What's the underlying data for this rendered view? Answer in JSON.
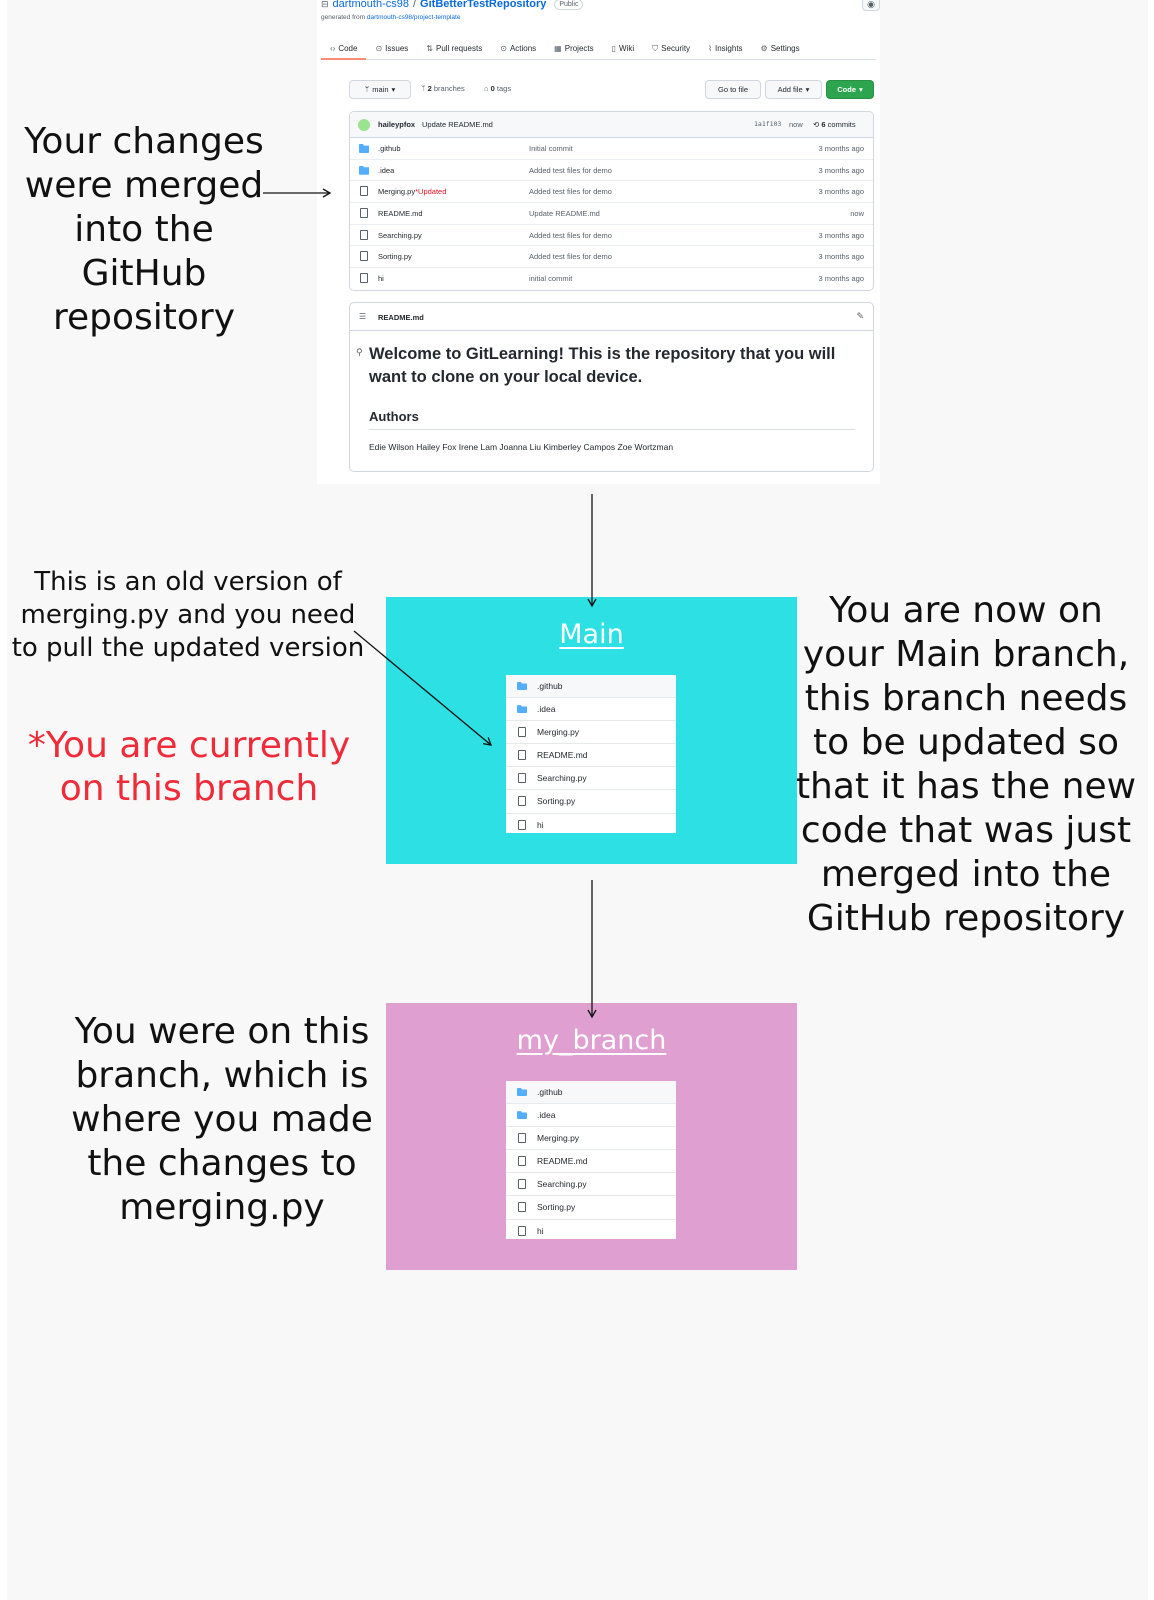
{
  "github": {
    "owner": "dartmouth-cs98",
    "repo": "GitBetterTestRepository",
    "visibility": "Public",
    "generated_prefix": "generated from ",
    "generated_link": "dartmouth-cs98/project-template",
    "tabs": [
      {
        "label": "Code",
        "icon": "code-icon"
      },
      {
        "label": "Issues",
        "icon": "issue-icon"
      },
      {
        "label": "Pull requests",
        "icon": "pull-request-icon"
      },
      {
        "label": "Actions",
        "icon": "play-icon"
      },
      {
        "label": "Projects",
        "icon": "table-icon"
      },
      {
        "label": "Wiki",
        "icon": "book-icon"
      },
      {
        "label": "Security",
        "icon": "shield-icon"
      },
      {
        "label": "Insights",
        "icon": "graph-icon"
      },
      {
        "label": "Settings",
        "icon": "gear-icon"
      }
    ],
    "branch": "main",
    "branches_count": "2",
    "branches_label": "branches",
    "tags_count": "0",
    "tags_label": "tags",
    "goto_file": "Go to file",
    "add_file": "Add file",
    "code_button": "Code",
    "latest_commit": {
      "author": "haileypfox",
      "message": "Update README.md",
      "sha": "1a1f103",
      "when": "now",
      "commits_count": "6",
      "commits_label": "commits"
    },
    "files": [
      {
        "name": ".github",
        "type": "folder",
        "tag": "",
        "message": "Initial commit",
        "age": "3 months ago"
      },
      {
        "name": ".idea",
        "type": "folder",
        "tag": "",
        "message": "Added test files for demo",
        "age": "3 months ago"
      },
      {
        "name": "Merging.py",
        "type": "file",
        "tag": "*Updated",
        "message": "Added test files for demo",
        "age": "3 months ago"
      },
      {
        "name": "README.md",
        "type": "file",
        "tag": "",
        "message": "Update README.md",
        "age": "now"
      },
      {
        "name": "Searching.py",
        "type": "file",
        "tag": "",
        "message": "Added test files for demo",
        "age": "3 months ago"
      },
      {
        "name": "Sorting.py",
        "type": "file",
        "tag": "",
        "message": "Added test files for demo",
        "age": "3 months ago"
      },
      {
        "name": "hi",
        "type": "file",
        "tag": "",
        "message": "initial commit",
        "age": "3 months ago"
      }
    ],
    "readme": {
      "filename": "README.md",
      "heading": "Welcome to GitLearning! This is the repository that you will want to clone on your local device.",
      "subheading": "Authors",
      "authors": "Edie Wilson Hailey Fox Irene Lam Joanna Liu Kimberley Campos Zoe Wortzman"
    }
  },
  "notes": {
    "merged": "Your changes were merged into the GitHub repository",
    "old_version": "This is an old version of merging.py and you need to pull the updated version",
    "current_branch": "*You are currently on this branch",
    "main_branch": "You are now on your Main branch, this branch needs to be updated so that it has the new code that was just merged into the GitHub repository",
    "my_branch": "You were on this branch, which is where you made the changes to merging.py"
  },
  "main_box": {
    "title": "Main",
    "color": "#2ce0e3",
    "files": [
      {
        "name": ".github",
        "type": "folder"
      },
      {
        "name": ".idea",
        "type": "folder"
      },
      {
        "name": "Merging.py",
        "type": "file"
      },
      {
        "name": "README.md",
        "type": "file"
      },
      {
        "name": "Searching.py",
        "type": "file"
      },
      {
        "name": "Sorting.py",
        "type": "file"
      },
      {
        "name": "hi",
        "type": "file"
      }
    ]
  },
  "my_branch_box": {
    "title": "my_branch",
    "color": "#df9fd0",
    "files": [
      {
        "name": ".github",
        "type": "folder"
      },
      {
        "name": ".idea",
        "type": "folder"
      },
      {
        "name": "Merging.py",
        "type": "file"
      },
      {
        "name": "README.md",
        "type": "file"
      },
      {
        "name": "Searching.py",
        "type": "file"
      },
      {
        "name": "Sorting.py",
        "type": "file"
      },
      {
        "name": "hi",
        "type": "file"
      }
    ]
  },
  "colors": {
    "accent_red": "#ef2b3a",
    "github_link": "#0969da",
    "github_green": "#2da44e",
    "folder_blue": "#54aeff"
  }
}
